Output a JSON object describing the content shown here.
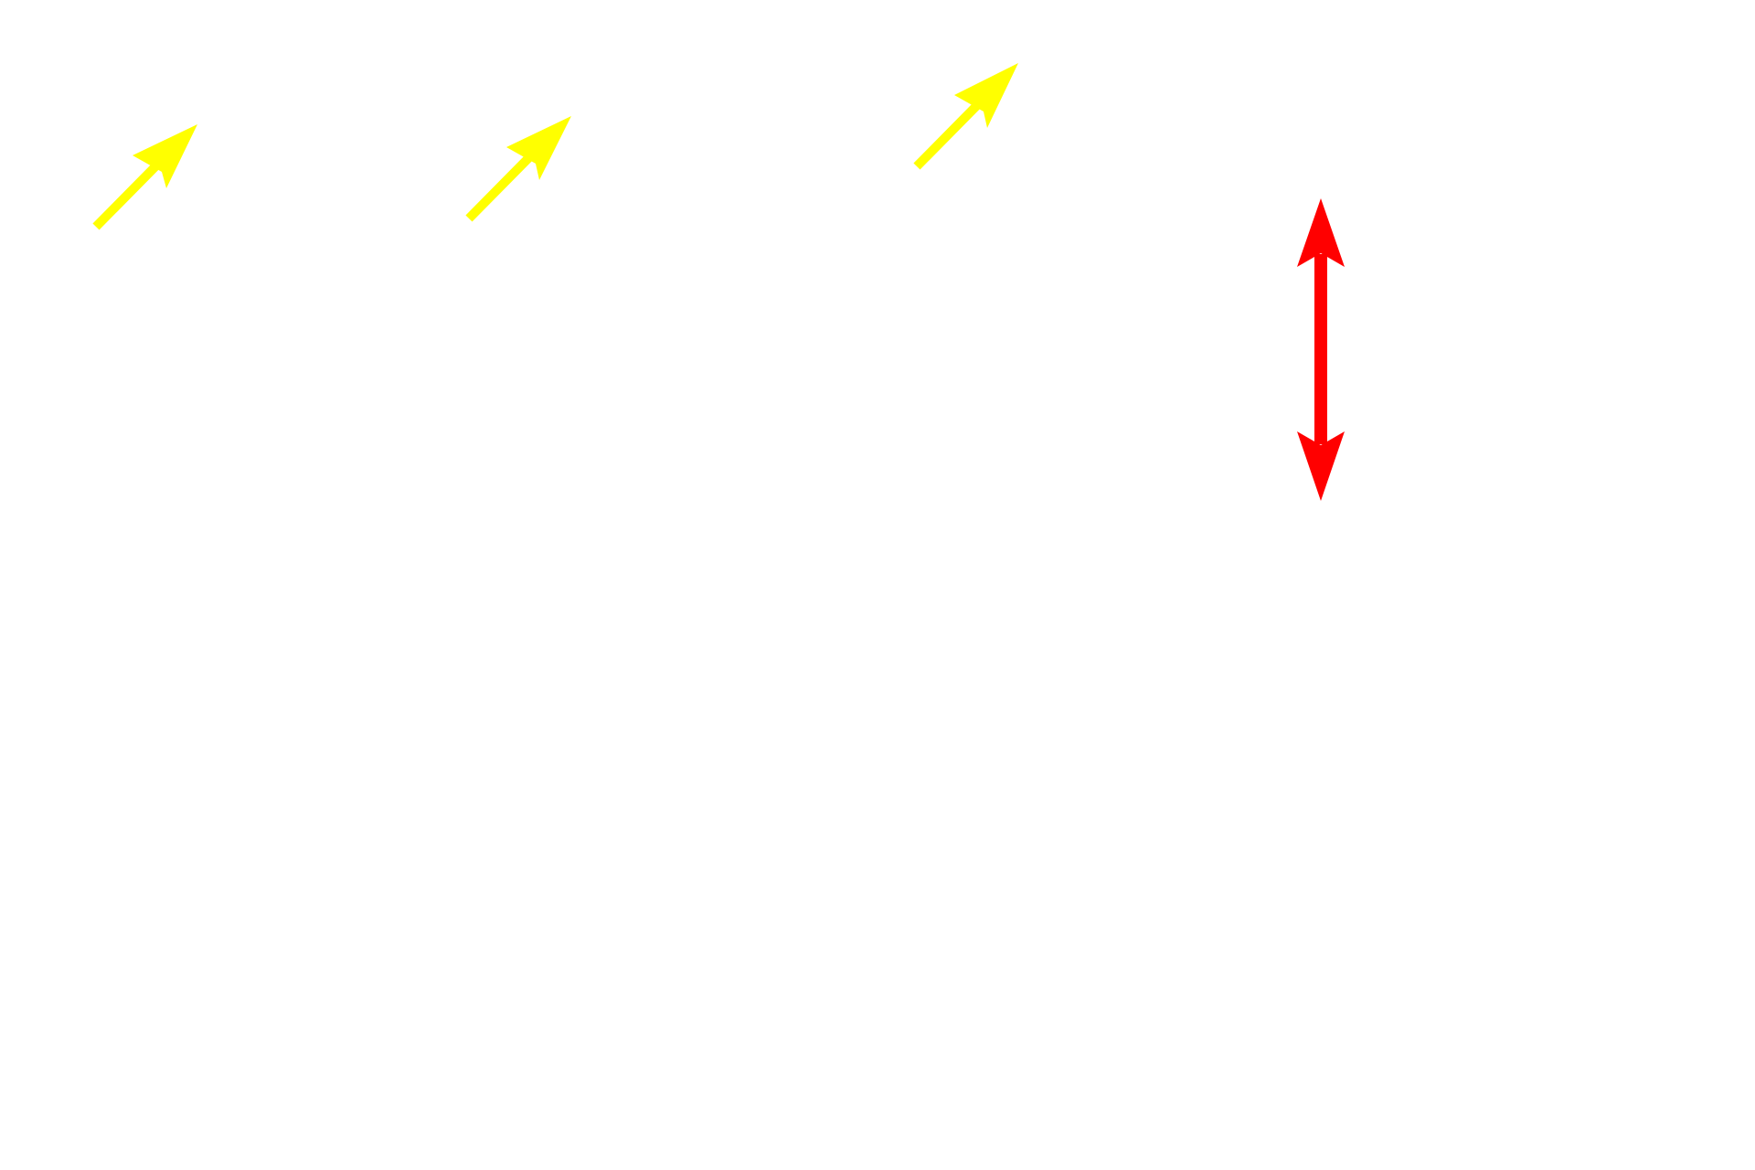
{
  "background_color": "#ffffff",
  "colors": {
    "pointer": "#ffff00",
    "measure": "#ff0000"
  },
  "annotations": [
    {
      "kind": "pointer-arrow",
      "color": "#ffff00",
      "icon": "arrow-up-right-icon"
    },
    {
      "kind": "pointer-arrow",
      "color": "#ffff00",
      "icon": "arrow-up-right-icon"
    },
    {
      "kind": "pointer-arrow",
      "color": "#ffff00",
      "icon": "arrow-up-right-icon"
    },
    {
      "kind": "double-headed-arrow",
      "color": "#ff0000",
      "icon": "double-arrow-vertical-icon"
    }
  ]
}
